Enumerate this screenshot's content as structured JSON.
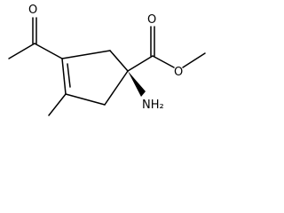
{
  "molecule": {
    "labels": {
      "o_ketone": "O",
      "o_carbonyl": "O",
      "o_ester": "O",
      "amine": "NH₂"
    }
  }
}
